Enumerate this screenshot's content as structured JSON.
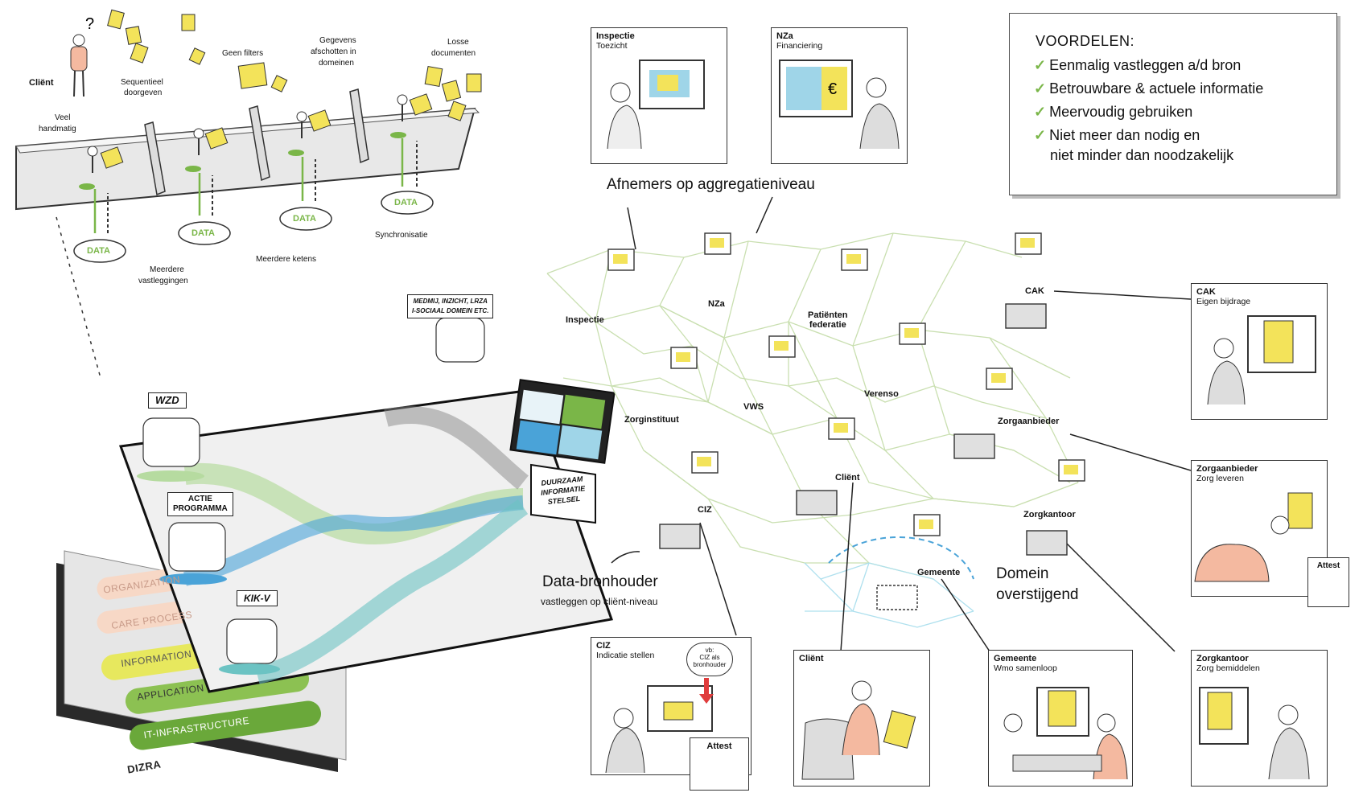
{
  "advantages": {
    "heading": "VOORDELEN:",
    "items": [
      "Eenmalig vastleggen a/d bron",
      "Betrouwbare & actuele informatie",
      "Meervoudig gebruiken",
      "Niet meer dan nodig en",
      "niet minder dan noodzakelijk"
    ]
  },
  "top_strip": {
    "client": "Cliënt",
    "veel": "Veel",
    "handmatig": "handmatig",
    "sequentieel_1": "Sequentieel",
    "sequentieel_2": "doorgeven",
    "geen_filters": "Geen filters",
    "gegevens_1": "Gegevens",
    "gegevens_2": "afschotten in",
    "gegevens_3": "domeinen",
    "losse_1": "Losse",
    "losse_2": "documenten",
    "meerdere_1": "Meerdere",
    "meerdere_2": "vastleggingen",
    "meerdere_ketens": "Meerdere ketens",
    "synchronisatie": "Synchronisatie",
    "data_label": "DATA"
  },
  "left_scene": {
    "wzd": "WZD",
    "actie_1": "ACTIE",
    "actie_2": "PROGRAMMA",
    "kikv": "KIK-V",
    "sign_1": "MEDMIJ, INZICHT, LRZA",
    "sign_2": "I-SOCIAAL DOMEIN ETC.",
    "box_1": "DUURZAAM",
    "box_2": "INFORMATIE",
    "box_3": "STELSEL",
    "layers": [
      "ORGANIZATION",
      "CARE PROCESS",
      "INFORMATION",
      "APPLICATION",
      "IT-INFRASTRUCTURE"
    ],
    "dizra": "DIZRA"
  },
  "network": {
    "afnemers": "Afnemers op aggregatieniveau",
    "databronhouder": "Data-bronhouder",
    "databronhouder_sub": "vastleggen op cliënt-niveau",
    "domein_1": "Domein",
    "domein_2": "overstijgend",
    "nodes": {
      "inspectie": "Inspectie",
      "nza": "NZa",
      "patienten_1": "Patiënten",
      "patienten_2": "federatie",
      "cak": "CAK",
      "zorginstituut": "Zorginstituut",
      "vws": "VWS",
      "verenso": "Verenso",
      "zorgaanbieder": "Zorgaanbieder",
      "ciz": "CIZ",
      "client": "Cliënt",
      "zorgkantoor": "Zorgkantoor",
      "gemeente": "Gemeente"
    }
  },
  "callouts": {
    "inspectie": {
      "title": "Inspectie",
      "sub": "Toezicht"
    },
    "nza": {
      "title": "NZa",
      "sub": "Financiering"
    },
    "cak": {
      "title": "CAK",
      "sub": "Eigen bijdrage"
    },
    "zorgaanbieder": {
      "title": "Zorgaanbieder",
      "sub": "Zorg leveren",
      "attest": "Attest"
    },
    "ciz": {
      "title": "CIZ",
      "sub": "Indicatie stellen",
      "note_1": "vb:",
      "note_2": "CIZ als",
      "note_3": "bronhouder",
      "attest": "Attest"
    },
    "client": {
      "title": "Cliënt"
    },
    "gemeente": {
      "title": "Gemeente",
      "sub": "Wmo samenloop"
    },
    "zorgkantoor": {
      "title": "Zorgkantoor",
      "sub": "Zorg bemiddelen"
    }
  },
  "colors": {
    "green": "#7ab648",
    "yellow": "#f3e35a",
    "blue": "#4aa3d8",
    "teal": "#6cc3c3",
    "netline": "#c9dfb0"
  }
}
